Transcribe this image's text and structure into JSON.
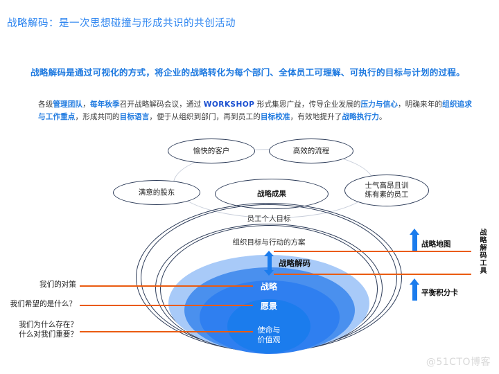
{
  "slide": {
    "title": "战略解码：是一次思想碰撞与形成共识的共创活动",
    "title_color": "#2f86f0",
    "watermark": "@51CTO博客"
  },
  "lead": {
    "text": "战略解码是通过可视化的方式，将企业的战略转化为每个部门、全体员工可理解、可执行的目标与计划的过程。",
    "color": "#1f7ae0"
  },
  "body_paragraph": {
    "segments": [
      {
        "text": "各级",
        "highlight": false
      },
      {
        "text": "管理团队",
        "highlight": true
      },
      {
        "text": "，",
        "highlight": false
      },
      {
        "text": "每年秋季",
        "highlight": true
      },
      {
        "text": "召开战略解码会议，通过 ",
        "highlight": false
      },
      {
        "text": "WORKSHOP",
        "highlight": "workshop"
      },
      {
        "text": " 形式集思广益，传导企业发展的",
        "highlight": false
      },
      {
        "text": "压力与信心",
        "highlight": true
      },
      {
        "text": "，明确来年的",
        "highlight": false
      },
      {
        "text": "组织追求与工作重点",
        "highlight": true
      },
      {
        "text": "，形成共同的",
        "highlight": false
      },
      {
        "text": "目标语言",
        "highlight": true
      },
      {
        "text": "，便于从组织到部门，再到员工的",
        "highlight": false
      },
      {
        "text": "目标校准",
        "highlight": true
      },
      {
        "text": "，有效地提升了",
        "highlight": false
      },
      {
        "text": "战略执行力",
        "highlight": true
      },
      {
        "text": "。",
        "highlight": false
      }
    ],
    "highlight_color": "#1f7ae0",
    "base_color": "#3c3c3c"
  },
  "diagram": {
    "satellites": [
      {
        "label": "愉快的客户"
      },
      {
        "label": "高效的流程"
      },
      {
        "label": "满意的股东"
      },
      {
        "label": "士气高昂且训\n练有素的员工"
      }
    ],
    "satellite_labels": {
      "customer": "愉快的客户",
      "process": "高效的流程",
      "shareholder": "满意的股东",
      "employee_line1": "士气高昂且训",
      "employee_line2": "练有素的员工"
    },
    "center_outcome": "战略成果",
    "rings": [
      {
        "label": "员工个人目标"
      },
      {
        "label": "组织目标与行动的方案"
      }
    ],
    "ring_labels": {
      "personal_goal": "员工个人目标",
      "org_goal": "组织目标与行动的方案"
    },
    "blue_layers": [
      {
        "label": "战略解码",
        "color": "#ffffff",
        "dark": true
      },
      {
        "label": "战略",
        "color": "#a8caf8"
      },
      {
        "label": "愿景",
        "color": "#4a90ee"
      },
      {
        "label": "使命与\n价值观",
        "color": "#1b7ced"
      }
    ],
    "blue_labels": {
      "decode": "战略解码",
      "strategy": "战略",
      "vision": "愿景",
      "mission_line1": "使命与",
      "mission_line2": "价值观"
    },
    "left_callouts": [
      {
        "text": "我们的对策"
      },
      {
        "text": "我们希望的是什么？"
      },
      {
        "text": "我们为什么存在？\n什么对我们重要？"
      }
    ],
    "left_callout_labels": {
      "one": "我们的对策",
      "two": "我们希望的是什么？",
      "three_line1": "我们为什么存在？",
      "three_line2": "什么对我们重要？"
    },
    "right_labels": {
      "strategy_map": "战略地图",
      "balanced_scorecard": "平衡积分卡",
      "vertical": "战略解码工具"
    },
    "colors": {
      "orange_line": "#ea5b10",
      "arrow_blue": "#1b7ced",
      "ring_stroke": "#2b3a57",
      "blue_l1": "#a8caf8",
      "blue_l2": "#4a90ee",
      "blue_l3": "#2f7ff0",
      "blue_l4": "#1b7ced"
    }
  }
}
